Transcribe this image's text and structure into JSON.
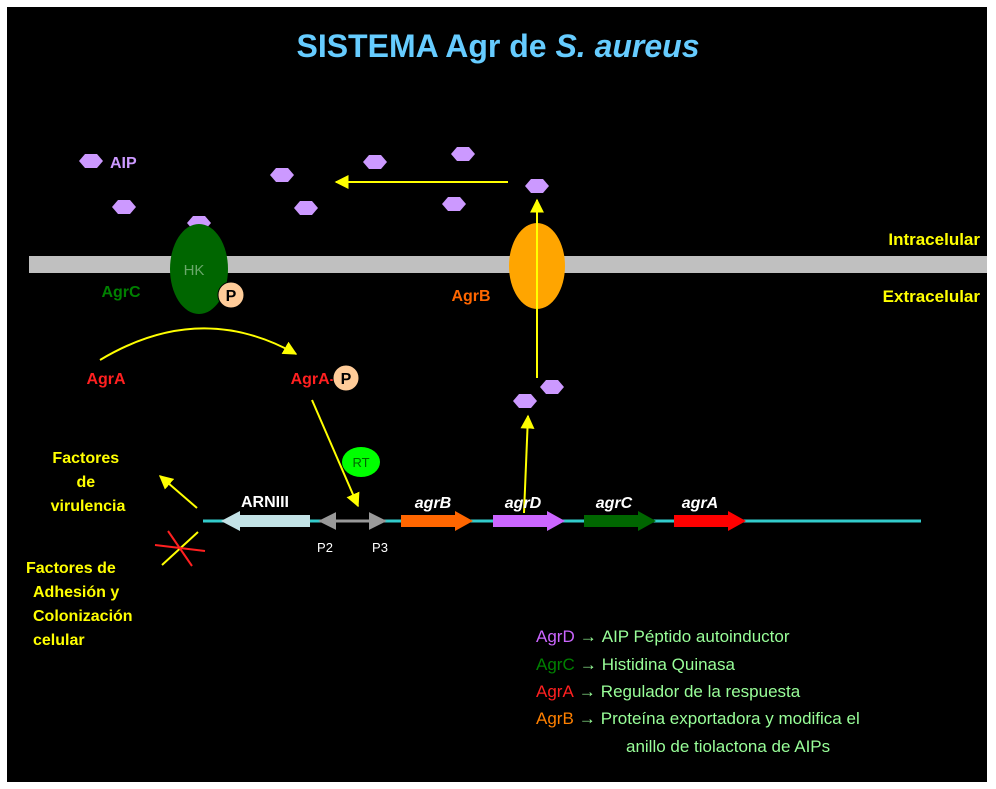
{
  "title": {
    "main": "SISTEMA  Agr de ",
    "species": "S. aureus"
  },
  "compartments": {
    "top": "Intracelular",
    "bottom": "Extracelular"
  },
  "proteins": {
    "agrc_label": "AgrC",
    "agrc_inner": "HK",
    "agrb_label": "AgrB",
    "phospho": "P"
  },
  "signaling": {
    "aip": "AIP",
    "agra": "AgrA",
    "agra_p": "AgrA-",
    "rt": "RT"
  },
  "operon": {
    "arniii": "ARNIII",
    "p2": "P2",
    "p3": "P3",
    "agrb": "agrB",
    "agrd": "agrD",
    "agrc": "agrC",
    "agra": "agrA"
  },
  "outcomes": {
    "virulence": [
      "Factores",
      "de",
      "virulencia"
    ],
    "adhesion": [
      "Factores de",
      "Adhesión y",
      "Colonización",
      "celular"
    ]
  },
  "legend": [
    {
      "key": "AgrD",
      "arrow": "→",
      "text": "AIP Péptido autoinductor",
      "color": "#cc66ff"
    },
    {
      "key": "AgrC",
      "arrow": "→",
      "text": "Histidina Quinasa",
      "color": "#008000"
    },
    {
      "key": "AgrA",
      "arrow": "→",
      "text": "Regulador de la respuesta",
      "color": "#ff2020"
    },
    {
      "key": "AgrB",
      "arrow": "→",
      "text": "Proteína exportadora y modifica el",
      "color": "#ff8000"
    }
  ],
  "legend_cont": "anillo de tiolactona de AIPs",
  "colors": {
    "background": "#000000",
    "title": "#66ccff",
    "accent_yellow": "#ffff00",
    "legend_text": "#99ff99",
    "aip": "#cc99ff",
    "membrane": "#c0c0c0",
    "agrc_fill": "#006600",
    "agrb_fill": "#ffa500",
    "phospho_fill": "#ffcc99",
    "rt_fill": "#00ff00",
    "operon_line": "#33cccc"
  }
}
